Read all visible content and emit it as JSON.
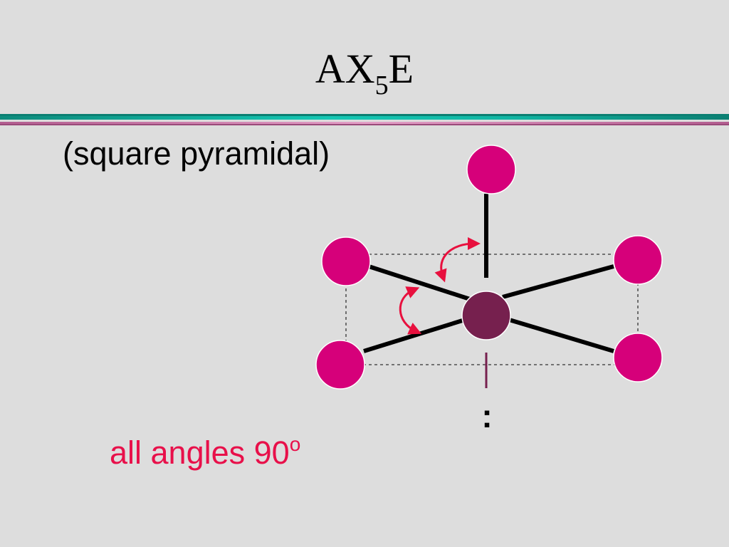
{
  "title": {
    "main": "AX",
    "subscript": "5",
    "suffix": "E"
  },
  "subtitle": "(square pyramidal)",
  "caption": {
    "text": "all angles 90",
    "superscript": "o"
  },
  "diagram": {
    "lone_pair": ":",
    "colors": {
      "ligand": "#d6007a",
      "central_atom": "#76204e",
      "bond": "#000000",
      "angle_arrow": "#e8103e",
      "guide_lines": "#333333",
      "lone_pair_stub": "#76204e"
    }
  }
}
